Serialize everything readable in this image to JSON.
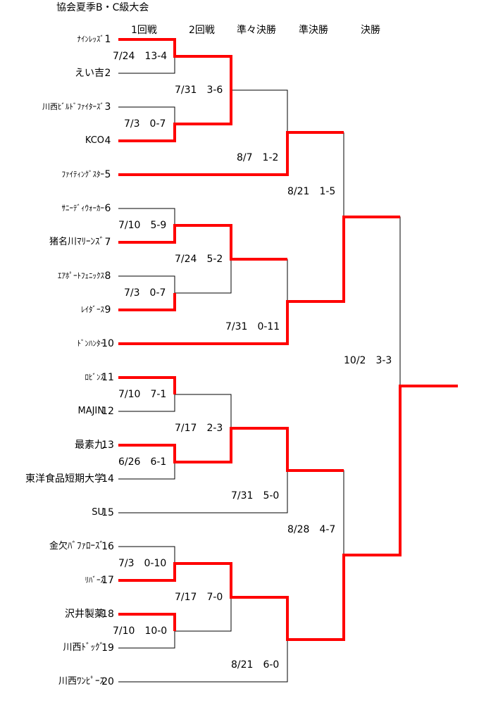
{
  "title": "協会夏季B・C級大会",
  "rounds": [
    "1回戦",
    "2回戦",
    "準々決勝",
    "準決勝",
    "決勝"
  ],
  "teams": [
    {
      "seed": "1",
      "name": "ﾅｲﾝﾚｯｽﾞ"
    },
    {
      "seed": "2",
      "name": "えい吉"
    },
    {
      "seed": "3",
      "name": "川西ﾋﾞﾙﾄﾞﾌｧｲﾀｰｽﾞ"
    },
    {
      "seed": "4",
      "name": "KCO"
    },
    {
      "seed": "5",
      "name": "ﾌｧｲﾃｨﾝｸﾞｽﾀｰ"
    },
    {
      "seed": "6",
      "name": "ｻﾆｰﾃﾞｨｳｫｰｶｰ"
    },
    {
      "seed": "7",
      "name": "猪名川ﾏﾘｰﾝｽﾞ"
    },
    {
      "seed": "8",
      "name": "ｴｱﾎﾟｰﾄﾌｪﾆｯｸｽ"
    },
    {
      "seed": "9",
      "name": "ﾚｲﾀﾞｰｽ"
    },
    {
      "seed": "10",
      "name": "ﾄﾞﾝﾊﾝﾀｰ"
    },
    {
      "seed": "11",
      "name": "ﾛﾋﾞﾝｽ"
    },
    {
      "seed": "12",
      "name": "MAJIN"
    },
    {
      "seed": "13",
      "name": "最素九"
    },
    {
      "seed": "14",
      "name": "東洋食品短期大学"
    },
    {
      "seed": "15",
      "name": "SU"
    },
    {
      "seed": "16",
      "name": "金欠ﾊﾞﾌｧﾛｰｽﾞ"
    },
    {
      "seed": "17",
      "name": "ﾘﾊﾞｰｽ"
    },
    {
      "seed": "18",
      "name": "沢井製薬"
    },
    {
      "seed": "19",
      "name": "川西ﾄﾞｯｸﾞ"
    },
    {
      "seed": "20",
      "name": "川西ﾜﾝﾋﾟｰｽ"
    }
  ],
  "results": [
    "7/24　13-4",
    "7/31　3-6",
    "7/3　0-7",
    "8/7　1-2",
    "8/21　1-5",
    "7/10　5-9",
    "7/24　5-2",
    "7/3　0-7",
    "7/31　0-11",
    "10/2　3-3",
    "7/10　7-1",
    "7/17　2-3",
    "6/26　6-1",
    "7/31　5-0",
    "8/28　4-7",
    "7/3　0-10",
    "7/17　7-0",
    "7/10　10-0",
    "8/21　6-0"
  ],
  "colors": {
    "winner_line": "#ff0000",
    "line": "#000000",
    "background": "#ffffff"
  }
}
